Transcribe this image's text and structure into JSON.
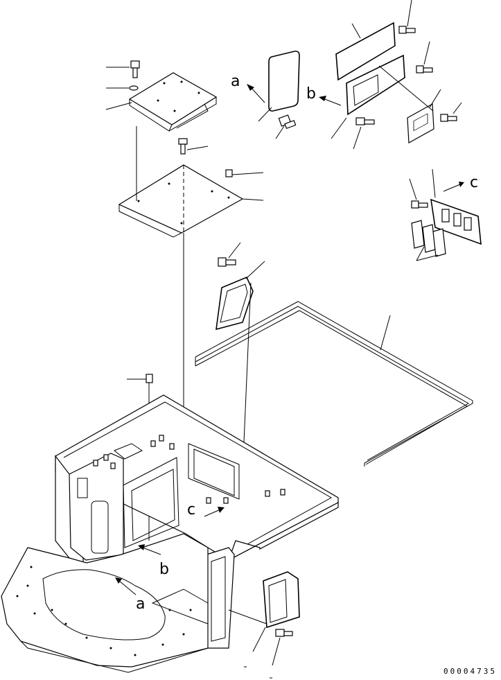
{
  "diagram": {
    "view_labels": {
      "a_top": "a",
      "b_top": "b",
      "c_top": "c",
      "c_floor": "c",
      "b_floor": "b",
      "a_floor": "a"
    },
    "reference_number": "00004735"
  }
}
